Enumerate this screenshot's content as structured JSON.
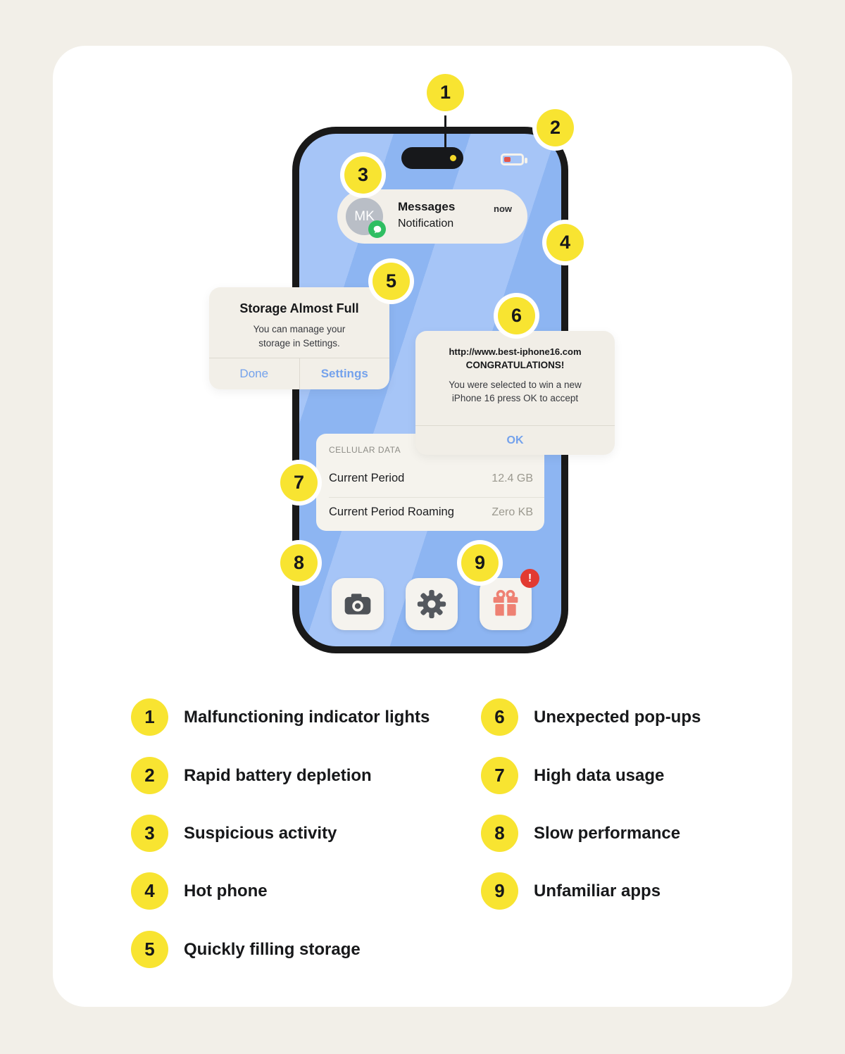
{
  "colors": {
    "background": "#f2efe8",
    "card": "#ffffff",
    "callout_yellow": "#f8e431",
    "screen_blue": "#8db5f2",
    "screen_stripe": "#a6c5f7",
    "phone_border": "#191919",
    "dialog_bg": "#f2efe8",
    "link_blue": "#74a2ec",
    "battery_red": "#e2574c",
    "badge_red": "#e23a31",
    "gift_coral": "#ee8173"
  },
  "callouts": [
    "1",
    "2",
    "3",
    "4",
    "5",
    "6",
    "7",
    "8",
    "9"
  ],
  "phone": {
    "notification": {
      "avatar": "MK",
      "app": "Messages",
      "title": "Notification",
      "time": "now"
    },
    "storage_alert": {
      "title": "Storage Almost Full",
      "body": "You can manage your storage in Settings.",
      "done_label": "Done",
      "settings_label": "Settings"
    },
    "popup": {
      "url": "http://www.best-iphone16.com",
      "headline": "CONGRATULATIONS!",
      "body": "You were selected to win a new iPhone 16 press OK to accept",
      "ok_label": "OK"
    },
    "cellular": {
      "header": "CELLULAR DATA",
      "rows": [
        {
          "label": "Current Period",
          "value": "12.4 GB"
        },
        {
          "label": "Current Period Roaming",
          "value": "Zero KB"
        }
      ]
    },
    "badge": "!"
  },
  "legend": {
    "left": [
      {
        "num": "1",
        "label": "Malfunctioning indicator lights"
      },
      {
        "num": "2",
        "label": "Rapid battery depletion"
      },
      {
        "num": "3",
        "label": "Suspicious activity"
      },
      {
        "num": "4",
        "label": "Hot phone"
      },
      {
        "num": "5",
        "label": "Quickly filling storage"
      }
    ],
    "right": [
      {
        "num": "6",
        "label": "Unexpected pop-ups"
      },
      {
        "num": "7",
        "label": "High data usage"
      },
      {
        "num": "8",
        "label": "Slow performance"
      },
      {
        "num": "9",
        "label": "Unfamiliar apps"
      }
    ]
  }
}
